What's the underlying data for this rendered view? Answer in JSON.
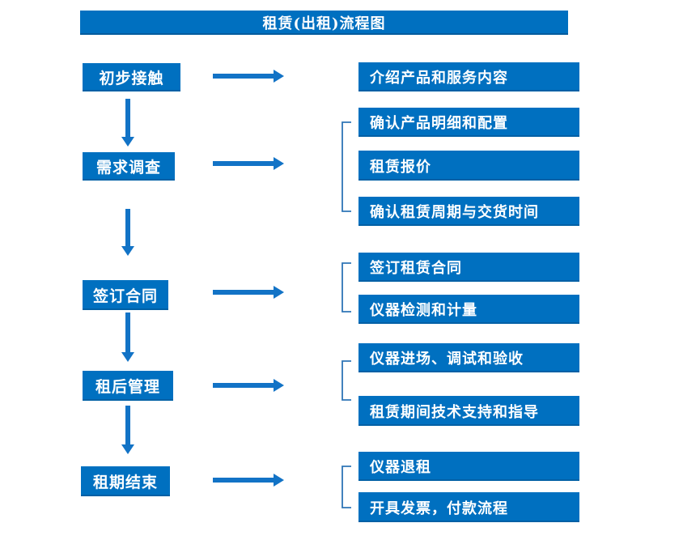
{
  "title": "租赁(出租)流程图",
  "colors": {
    "box_blue": "#0070C0",
    "arrow_blue": "#1273C6",
    "bracket_blue": "#2E75B6",
    "text_white": "#FFFFFF"
  },
  "steps": [
    {
      "label": "初步接触",
      "outputs": [
        "介绍产品和服务内容"
      ]
    },
    {
      "label": "需求调查",
      "outputs": [
        "确认产品明细和配置",
        "租赁报价",
        "确认租赁周期与交货时间"
      ]
    },
    {
      "label": "签订合同",
      "outputs": [
        "签订租赁合同",
        "仪器检测和计量"
      ]
    },
    {
      "label": "租后管理",
      "outputs": [
        "仪器进场、调试和验收",
        "租赁期间技术支持和指导"
      ]
    },
    {
      "label": "租期结束",
      "outputs": [
        "仪器退租",
        "开具发票，付款流程"
      ]
    }
  ]
}
